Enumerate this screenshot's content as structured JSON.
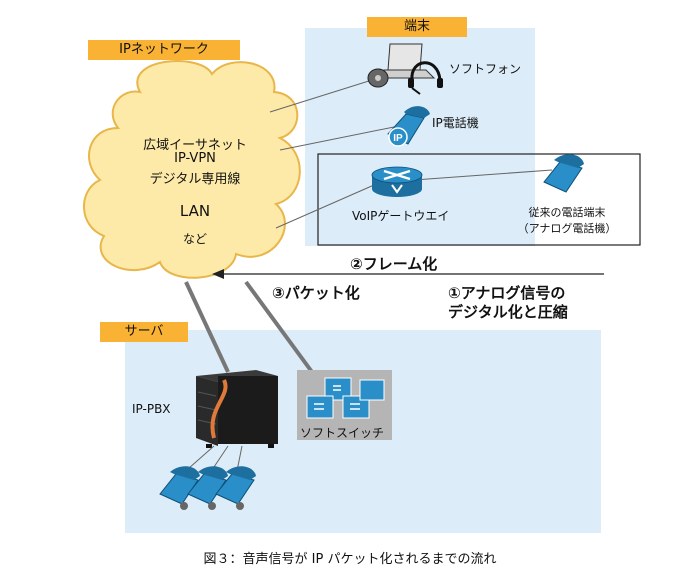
{
  "sections": {
    "ip_network": "IPネットワーク",
    "terminal": "端末",
    "server": "サーバ"
  },
  "cloud": {
    "line1": "広域イーサネット",
    "line2": "IP-VPN",
    "line3": "デジタル専用線",
    "lan": "LAN",
    "etc": "など"
  },
  "devices": {
    "softphone": "ソフトフォン",
    "ip_phone": "IP電話機",
    "ip_phone_badge": "IP",
    "voip_gateway": "VoIPゲートウエイ",
    "legacy_line1": "従来の電話端末",
    "legacy_line2": "（アナログ電話機）",
    "ip_pbx": "IP-PBX",
    "softswitch": "ソフトスイッチ"
  },
  "steps": {
    "step1_line1": "①アナログ信号の",
    "step1_line2": "デジタル化と圧縮",
    "step2": "②フレーム化",
    "step3": "③パケット化"
  },
  "caption": "図３：音声信号が IP パケット化されるまでの流れ",
  "colors": {
    "region_fill": "#dcecf8",
    "tag_fill": "#f9b233",
    "cloud_fill": "#fdeaa8",
    "cloud_stroke": "#e8b64a",
    "device_blue": "#2a8fc8",
    "pbx_black": "#1b1b1b",
    "pbx_stripe": "#e07a3a"
  },
  "icons": {
    "cloud": "cloud-icon",
    "softphone": "laptop-headset-icon",
    "ip_phone": "ip-phone-icon",
    "gateway": "router-icon",
    "legacy_phone": "phone-icon",
    "pbx": "server-rack-icon",
    "softswitch": "switch-cluster-icon",
    "phones": "phone-icon"
  }
}
